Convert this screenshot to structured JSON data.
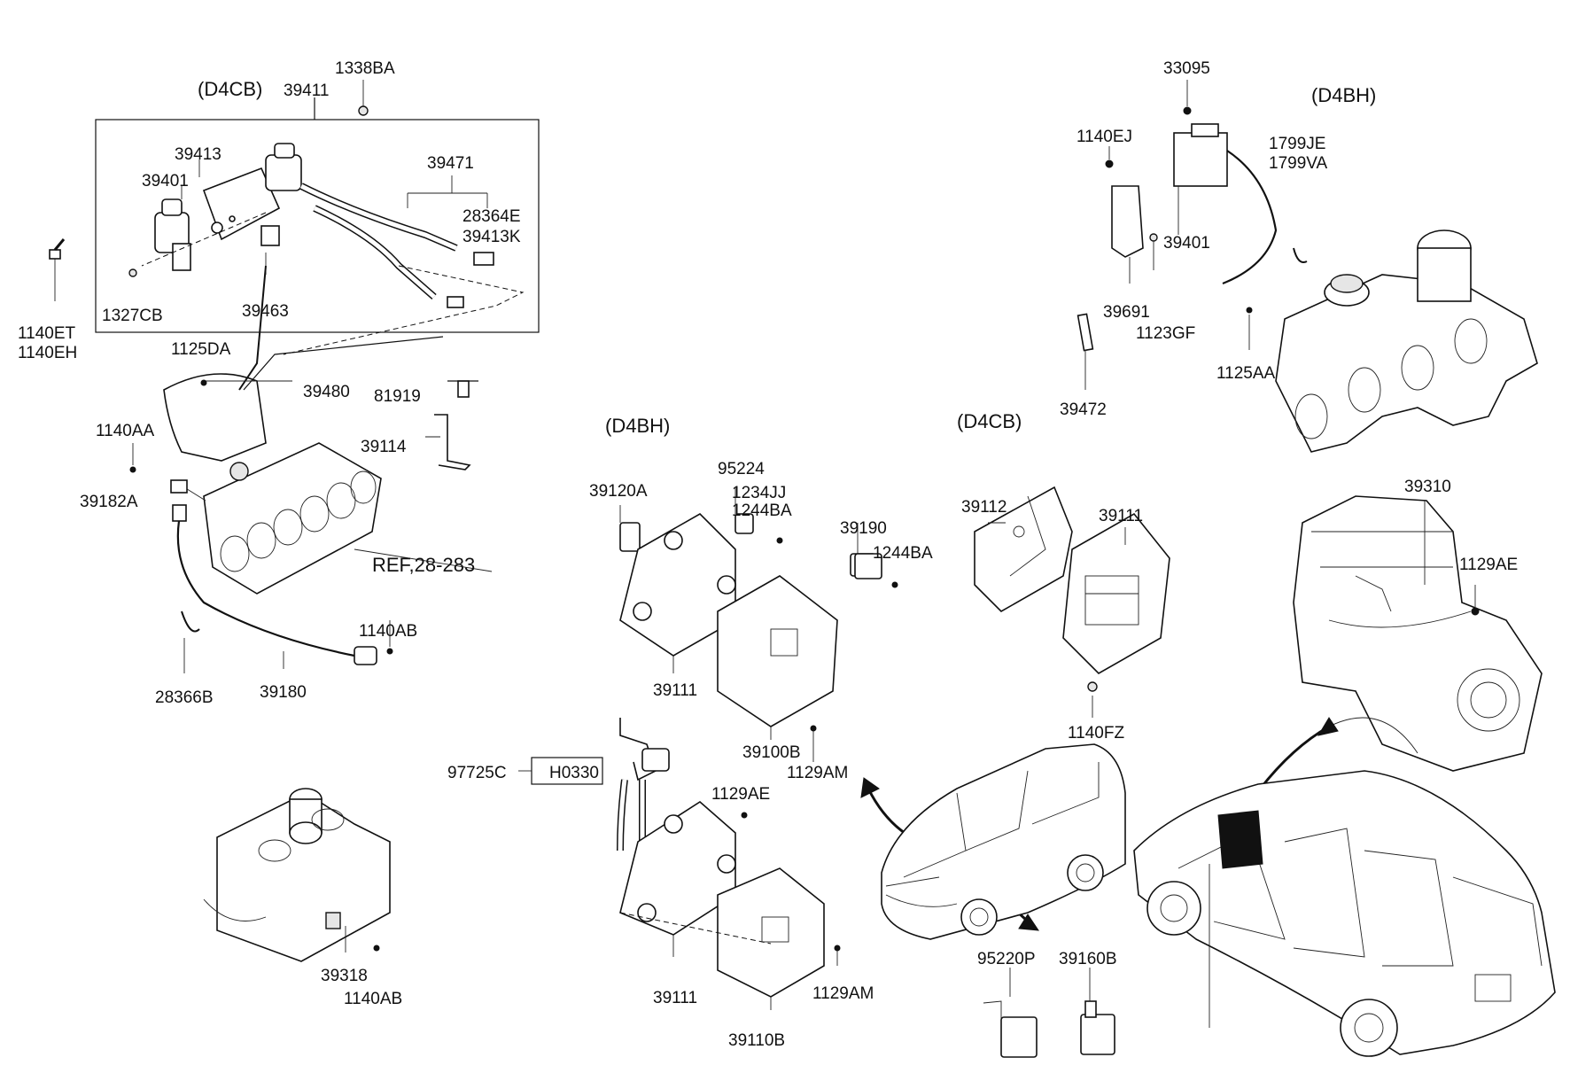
{
  "sections": {
    "d4cb_top": "(D4CB)",
    "d4bh_top": "(D4BH)",
    "d4bh_mid": "(D4BH)",
    "d4cb_mid": "(D4CB)"
  },
  "ref_label": "REF,28-283",
  "parts": {
    "p1338BA": "1338BA",
    "p39411": "39411",
    "p39413": "39413",
    "p39401": "39401",
    "p39471": "39471",
    "p28364E": "28364E",
    "p39413K": "39413K",
    "p1327CB": "1327CB",
    "p39463": "39463",
    "p1140ET": "1140ET",
    "p1140EH": "1140EH",
    "p1125DA": "1125DA",
    "p39480": "39480",
    "p81919": "81919",
    "p1140AA": "1140AA",
    "p39114": "39114",
    "p39182A": "39182A",
    "p1140AB_a": "1140AB",
    "p28366B": "28366B",
    "p39180": "39180",
    "p39318": "39318",
    "p1140AB_b": "1140AB",
    "p39120A": "39120A",
    "p95224": "95224",
    "p1234JJ": "1234JJ",
    "p1244BA_a": "1244BA",
    "p39190": "39190",
    "p1244BA_b": "1244BA",
    "p39111_a": "39111",
    "p39100B": "39100B",
    "p1129AM_a": "1129AM",
    "p97725C": "97725C",
    "pH0330": "H0330",
    "p1129AE_a": "1129AE",
    "p39111_b": "39111",
    "p39110B": "39110B",
    "p1129AM_b": "1129AM",
    "p39112": "39112",
    "p39111_c": "39111",
    "p1140FZ": "1140FZ",
    "p95220P": "95220P",
    "p39160B": "39160B",
    "p33095": "33095",
    "p1140EJ": "1140EJ",
    "p1799JE": "1799JE",
    "p1799VA": "1799VA",
    "p39401_b": "39401",
    "p39691": "39691",
    "p1123GF": "1123GF",
    "p1125AA": "1125AA",
    "p39472": "39472",
    "p39310": "39310",
    "p1129AE_b": "1129AE"
  },
  "colors": {
    "line": "#111111",
    "background": "#ffffff"
  }
}
